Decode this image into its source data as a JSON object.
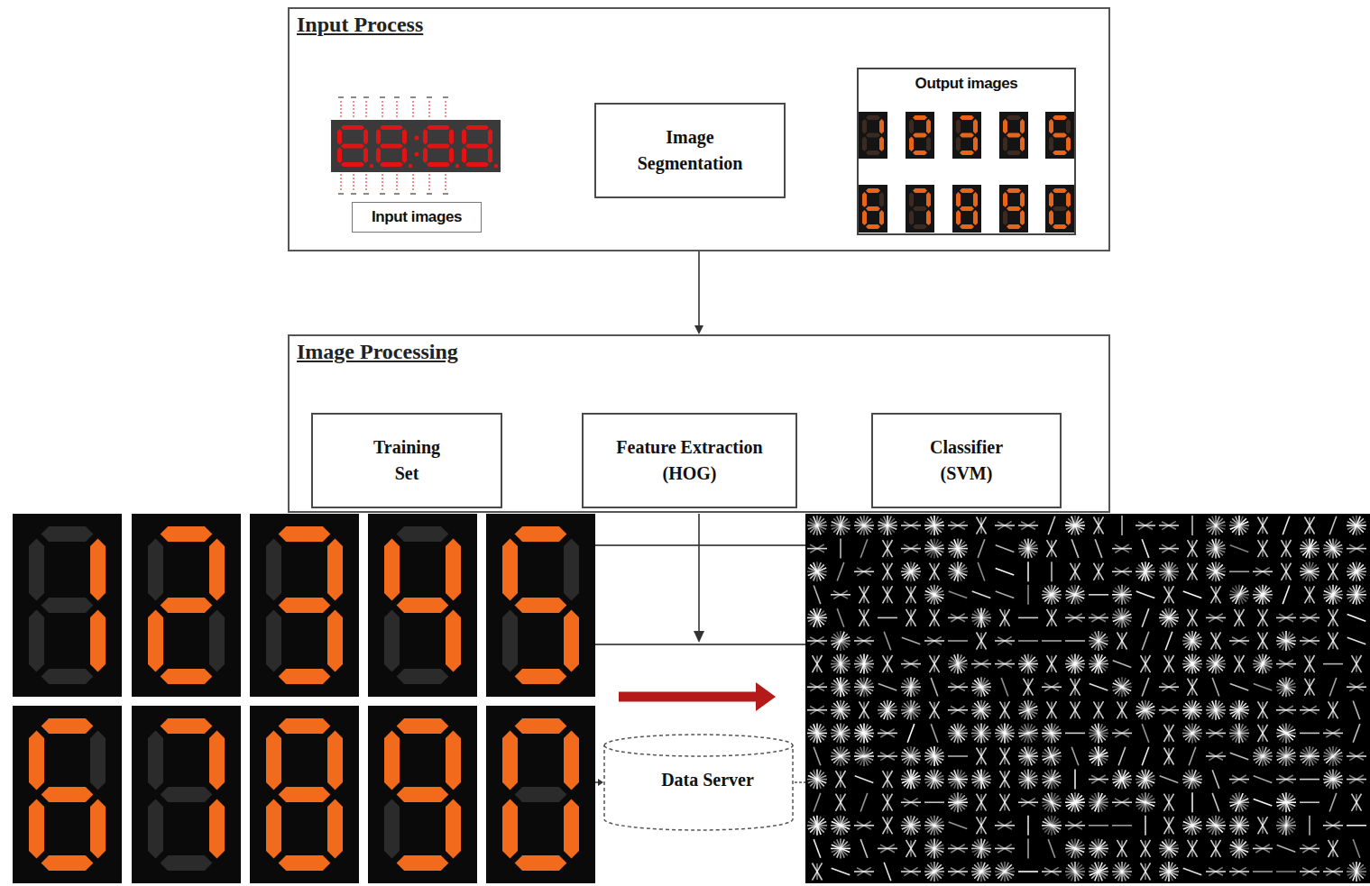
{
  "diagram": {
    "nodes": [
      {
        "text": [
          "Input Process"
        ]
      },
      {
        "text": [
          "Input images"
        ],
        "in": 0
      },
      {
        "text": [
          "Image Segmentation"
        ],
        "in": 0
      },
      {
        "text": [
          "Output images"
        ],
        "in": 0
      },
      {
        "text": [
          "Image Processing"
        ]
      },
      {
        "text": [
          "Training Set"
        ],
        "in": 4
      },
      {
        "text": [
          "Feature Extraction (HOG)"
        ],
        "in": 4
      },
      {
        "text": [
          "Classifier (SVM)"
        ],
        "in": 4
      },
      {
        "text": [
          "Data Server"
        ]
      }
    ],
    "edges": [
      {
        "from": 1,
        "to": 2,
        "arrow": "to"
      },
      {
        "from": 2,
        "to": 3,
        "arrow": "to"
      },
      {
        "from": 0,
        "to": 4,
        "arrow": "to"
      },
      {
        "from": 5,
        "to": 6,
        "arrow": "to"
      },
      {
        "from": 6,
        "to": 7,
        "arrow": "to"
      }
    ]
  }
}
